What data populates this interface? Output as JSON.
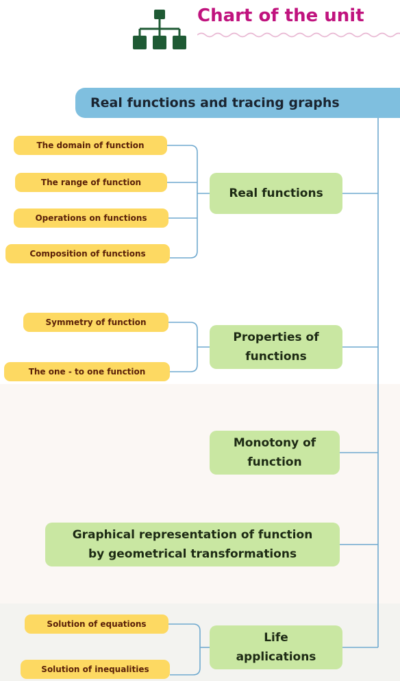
{
  "header": {
    "title": "Chart of the unit",
    "logo_icon": "hierarchy-icon",
    "title_color": "#c0137e"
  },
  "root": {
    "label": "Real functions and tracing graphs",
    "color": "#7fbfdf"
  },
  "colors": {
    "branch": "#c9e7a2",
    "leaf": "#fdd962",
    "connector": "#6fa9cf"
  },
  "branches": [
    {
      "label": "Real functions",
      "children": [
        "The domain of function",
        "The range of function",
        "Operations on functions",
        "Composition of functions"
      ]
    },
    {
      "label": "Properties of functions",
      "line1": "Properties of",
      "line2": "functions",
      "children": [
        "Symmetry of function",
        "The one - to one function"
      ]
    },
    {
      "label": "Monotony of function",
      "line1": "Monotony of",
      "line2": "function",
      "children": []
    },
    {
      "label": "Graphical representation of function by geometrical transformations",
      "line1": "Graphical representation of function",
      "line2": "by geometrical transformations",
      "children": []
    },
    {
      "label": "Life applications",
      "line1": "Life",
      "line2": "applications",
      "children": [
        "Solution of equations",
        "Solution of inequalities"
      ]
    }
  ]
}
